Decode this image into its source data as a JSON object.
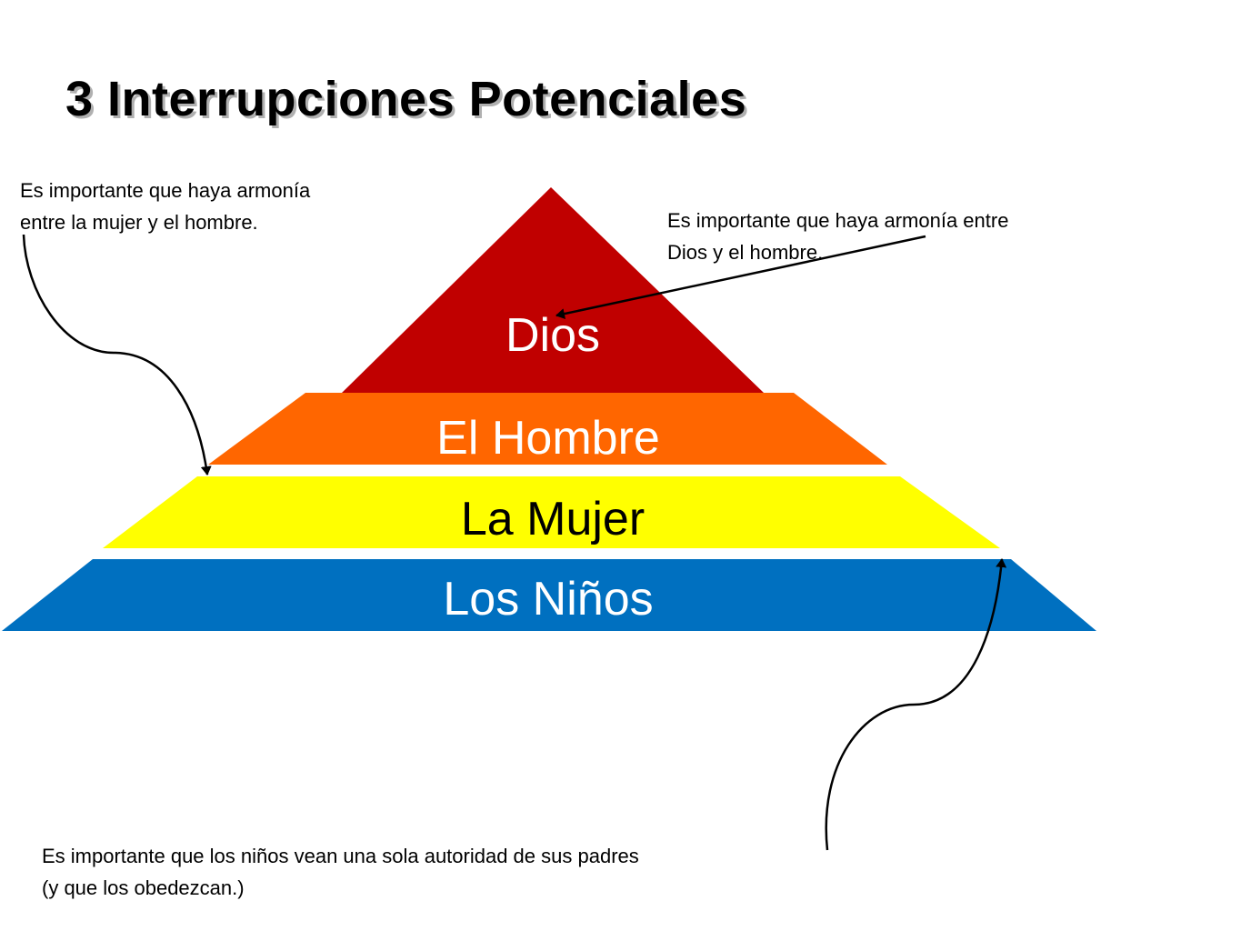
{
  "title": "3 Interrupciones Potenciales",
  "levels": [
    {
      "label": "Dios",
      "color": "#C00000",
      "text_color": "#ffffff"
    },
    {
      "label": "El Hombre",
      "color": "#FF6600",
      "text_color": "#ffffff"
    },
    {
      "label": "La Mujer",
      "color": "#FFFF00",
      "text_color": "#000000"
    },
    {
      "label": "Los Niños",
      "color": "#0070C0",
      "text_color": "#ffffff"
    }
  ],
  "annotations": {
    "left": {
      "line1": "Es importante que haya armonía",
      "line2": "entre la mujer y el hombre."
    },
    "right": {
      "line1": "Es importante que haya armonía entre",
      "line2": "Dios y el hombre."
    },
    "bottom": {
      "line1": "Es importante que los niños vean una sola autoridad de sus padres",
      "line2": "(y que los obedezcan.)"
    }
  }
}
